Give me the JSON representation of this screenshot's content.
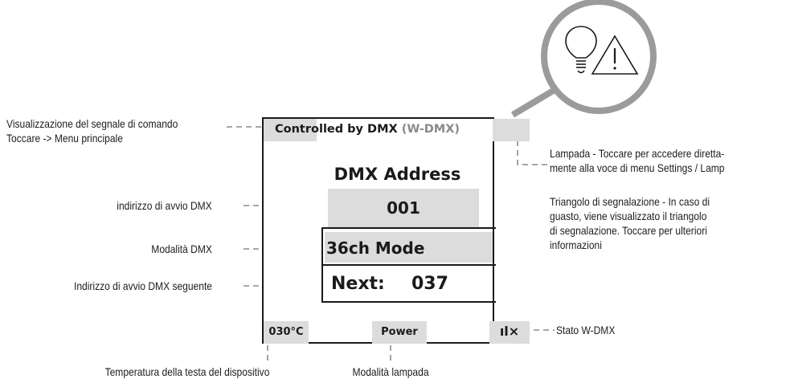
{
  "screen": {
    "header": {
      "controlled_label": "Controlled by DMX",
      "mode_label": "(W-DMX)"
    },
    "address_title": "DMX Address",
    "address_value": "001",
    "mode_value": "36ch Mode",
    "next_label": "Next:",
    "next_value": "037",
    "footer": {
      "temperature": "030°C",
      "lamp_mode": "Power",
      "wdmx_symbol": "ıl×"
    }
  },
  "annotations": {
    "control_signal": [
      "Visualizzazione del segnale di comando",
      "Toccare -> Menu principale"
    ],
    "start_address": "indirizzo di avvio DMX",
    "dmx_mode": "Modalità DMX",
    "next_address": "Indirizzo di avvio DMX seguente",
    "lamp": [
      "Lampada - Toccare per accedere diretta-",
      "mente alla voce di menu Settings / Lamp"
    ],
    "warning": [
      "Triangolo di segnalazione - In caso di",
      "guasto, viene visualizzato il triangolo",
      "di segnalazione. Toccare per ulteriori",
      "informazioni"
    ],
    "wdmx_status": "Stato W-DMX",
    "head_temperature": "Temperatura della testa del dispositivo",
    "lamp_mode": "Modalità lampada"
  },
  "icons": {
    "lightbulb": "lightbulb-icon",
    "warning": "warning-triangle-icon"
  },
  "colors": {
    "box_gray": "#dcdcdc",
    "mode_text": "#8a8a8a",
    "line": "#8c8c8c"
  }
}
